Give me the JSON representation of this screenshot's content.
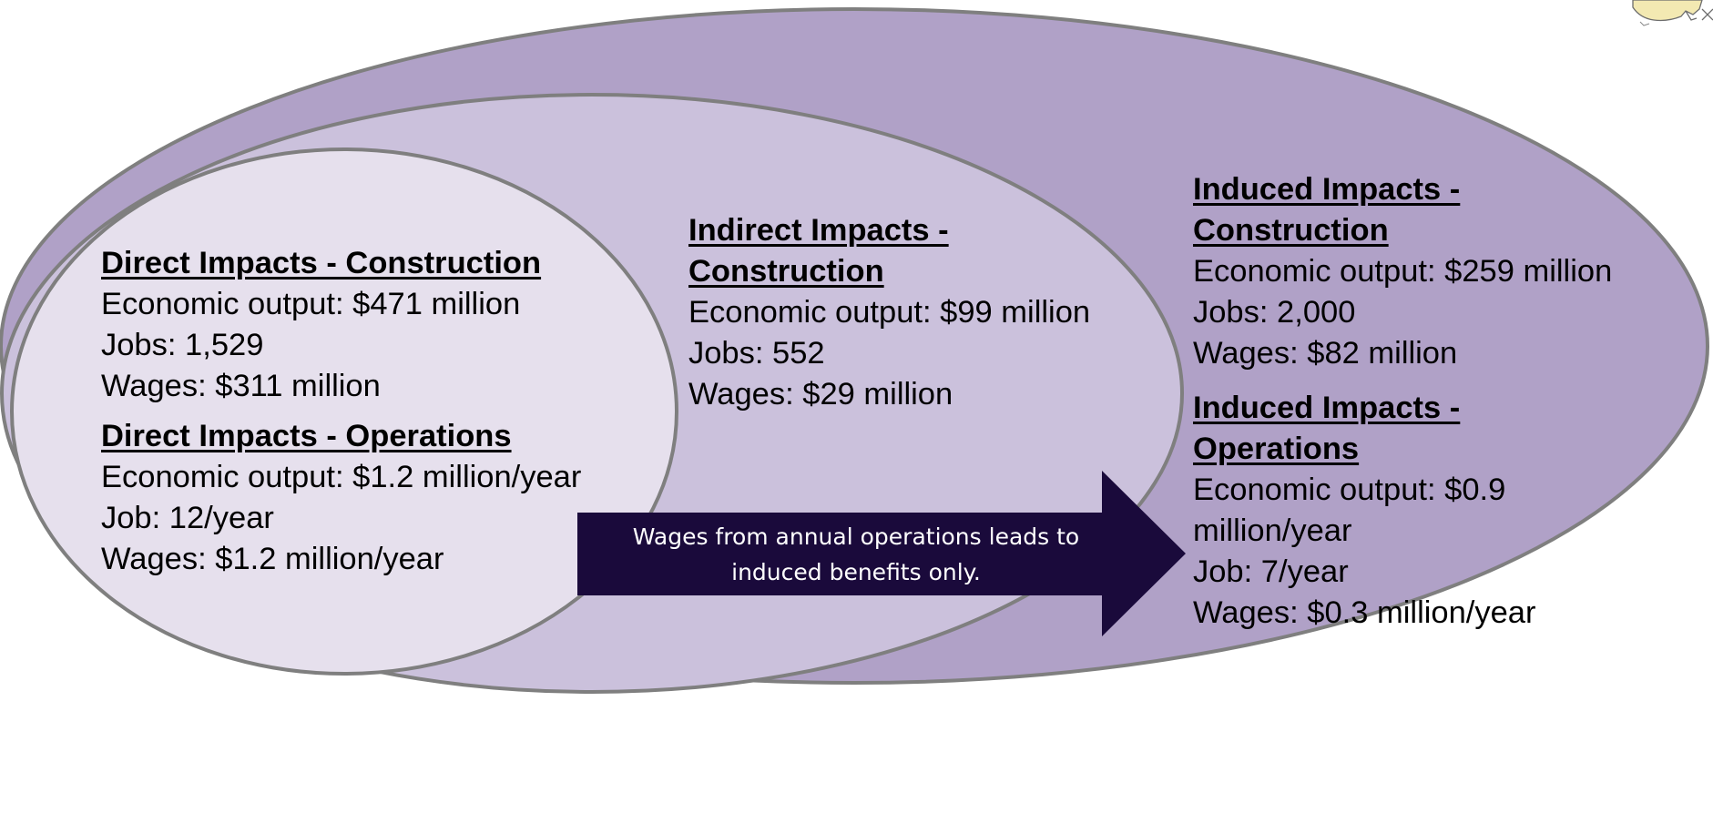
{
  "colors": {
    "outer_ellipse": "#b0a1c7",
    "middle_ellipse": "#cbc1dc",
    "inner_ellipse": "#e6e0ed",
    "ellipse_stroke": "#7f7f7f",
    "arrow": "#1a0a3b",
    "arrow_text": "#ffffff"
  },
  "direct": {
    "construction": {
      "heading": "Direct Impacts - Construction",
      "output": "Economic output: $471 million",
      "jobs": "Jobs: 1,529",
      "wages": "Wages: $311 million"
    },
    "operations": {
      "heading": "Direct Impacts - Operations",
      "output": "Economic output: $1.2 million/year",
      "jobs": "Job: 12/year",
      "wages": "Wages: $1.2 million/year"
    }
  },
  "indirect": {
    "construction": {
      "heading_line1": "Indirect Impacts -",
      "heading_line2": "Construction",
      "output": "Economic output: $99 million",
      "jobs": "Jobs: 552",
      "wages": "Wages: $29 million"
    }
  },
  "induced": {
    "construction": {
      "heading_line1": "Induced Impacts -",
      "heading_line2": "Construction",
      "output": "Economic output: $259 million",
      "jobs": "Jobs: 2,000",
      "wages": "Wages: $82 million"
    },
    "operations": {
      "heading_line1": "Induced Impacts -",
      "heading_line2": "Operations",
      "output_line1": "Economic output: $0.9",
      "output_line2": "million/year",
      "jobs": "Job: 7/year",
      "wages": "Wages: $0.3 million/year"
    }
  },
  "arrow": {
    "text_line1": "Wages from annual operations leads to",
    "text_line2": "induced benefits only."
  },
  "corner_icon": "map-fragment-icon"
}
